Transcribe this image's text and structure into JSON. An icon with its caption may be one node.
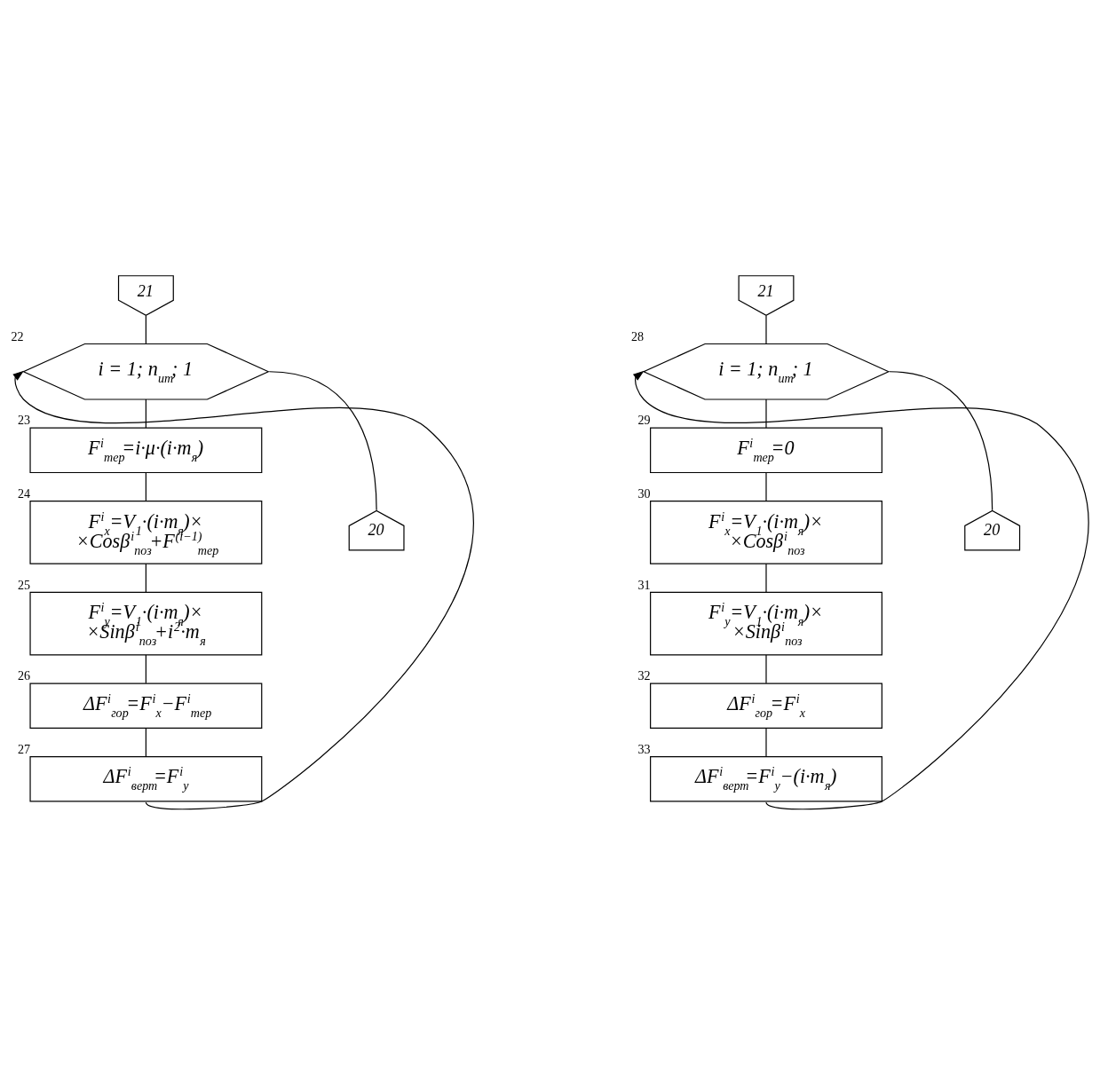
{
  "diagram": {
    "nodes": [
      {
        "text": [
          "21"
        ]
      },
      {
        "text": [
          "i = 1; n$_{ит}$; 1"
        ],
        "beside": [
          "22"
        ]
      },
      {
        "text": [
          "F$^{i}$$_{тер}$=i·μ·(i·m$_{я}$)"
        ],
        "beside": [
          "23"
        ]
      },
      {
        "text": [
          "F$^{i}$$_{x}$=V$_{1}$·(i·m$_{я}$)× ×Cosβ$^{i}$$_{поз}$+F$^{(i−1)}$$_{тер}$"
        ],
        "beside": [
          "24"
        ]
      },
      {
        "text": [
          "F$^{i}$$_{y}$=V$_{1}$·(i·m$_{я}$)× ×Sinβ$^{i}$$_{поз}$+i$^{2}$·m$_{я}$"
        ],
        "beside": [
          "25"
        ]
      },
      {
        "text": [
          "ΔF$^{i}$$_{гор}$=F$^{i}$$_{x}$−F$^{i}$$_{тер}$"
        ],
        "beside": [
          "26"
        ]
      },
      {
        "text": [
          "ΔF$^{i}$$_{верт}$=F$^{i}$$_{y}$"
        ],
        "beside": [
          "27"
        ]
      },
      {
        "text": [
          "20"
        ]
      },
      {
        "text": [
          "21"
        ]
      },
      {
        "text": [
          "i = 1; n$_{ит}$; 1"
        ],
        "beside": [
          "28"
        ]
      },
      {
        "text": [
          "F$^{i}$$_{тер}$=0"
        ],
        "beside": [
          "29"
        ]
      },
      {
        "text": [
          "F$^{i}$$_{x}$=V$_{1}$·(i·m$_{я}$)× ×Cosβ$^{i}$$_{поз}$"
        ],
        "beside": [
          "30"
        ]
      },
      {
        "text": [
          "F$^{i}$$_{y}$=V$_{1}$·(i·m$_{я}$)× ×Sinβ$^{i}$$_{поз}$"
        ],
        "beside": [
          "31"
        ]
      },
      {
        "text": [
          "ΔF$^{i}$$_{гор}$=F$^{i}$$_{x}$"
        ],
        "beside": [
          "32"
        ]
      },
      {
        "text": [
          "ΔF$^{i}$$_{верт}$=F$^{i}$$_{y}$−(i·m$_{я}$)"
        ],
        "beside": [
          "33"
        ]
      },
      {
        "text": [
          "20"
        ]
      }
    ],
    "edges": [
      {
        "from": 0,
        "to": 1,
        "arrow": "none"
      },
      {
        "from": 1,
        "to": 2,
        "arrow": "none"
      },
      {
        "from": 2,
        "to": 3,
        "arrow": "none"
      },
      {
        "from": 3,
        "to": 4,
        "arrow": "none"
      },
      {
        "from": 4,
        "to": 5,
        "arrow": "none"
      },
      {
        "from": 5,
        "to": 6,
        "arrow": "none"
      },
      {
        "from": 6,
        "to": 1,
        "arrow": "to"
      },
      {
        "from": 1,
        "to": 7,
        "arrow": "none"
      },
      {
        "from": 8,
        "to": 9,
        "arrow": "none"
      },
      {
        "from": 9,
        "to": 10,
        "arrow": "none"
      },
      {
        "from": 10,
        "to": 11,
        "arrow": "none"
      },
      {
        "from": 11,
        "to": 12,
        "arrow": "none"
      },
      {
        "from": 12,
        "to": 13,
        "arrow": "none"
      },
      {
        "from": 13,
        "to": 14,
        "arrow": "none"
      },
      {
        "from": 14,
        "to": 9,
        "arrow": "to"
      },
      {
        "from": 9,
        "to": 15,
        "arrow": "none"
      }
    ]
  }
}
